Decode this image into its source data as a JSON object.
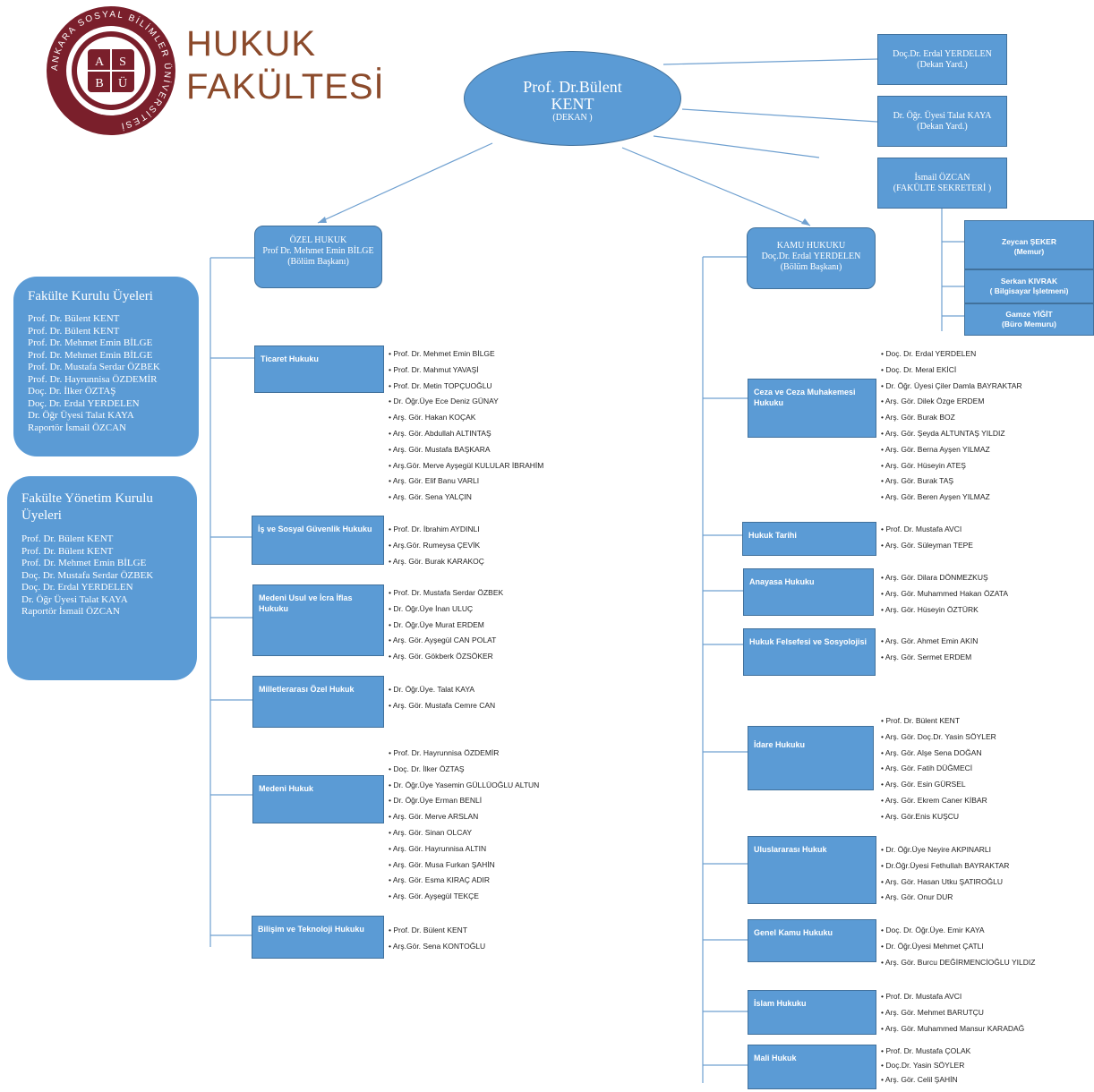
{
  "header": {
    "title_line1": "HUKUK",
    "title_line2": "FAKÜLTESİ",
    "seal_text": "ANKARA SOSYAL BİLİMLER ÜNİVERSİTESİ",
    "seal_letters": [
      "A",
      "S",
      "B",
      "Ü"
    ]
  },
  "dean": {
    "name_line1": "Prof. Dr.Bülent",
    "name_line2": "KENT",
    "role": "(DEKAN )"
  },
  "top_right": [
    {
      "name": "Doç.Dr. Erdal YERDELEN",
      "role": "(Dekan Yard.)"
    },
    {
      "name": "Dr. Öğr. Üyesi Talat KAYA",
      "role": "(Dekan Yard.)"
    },
    {
      "name": "İsmail ÖZCAN",
      "role": "(FAKÜLTE SEKRETERİ )"
    }
  ],
  "staff_boxes": [
    {
      "name": "Zeycan ŞEKER",
      "role": "(Memur)"
    },
    {
      "name": "Serkan KIVRAK",
      "role": "( Bilgisayar İşletmeni)"
    },
    {
      "name": "Gamze YİĞİT",
      "role": "(Büro Memuru)"
    }
  ],
  "private_law": {
    "line1": "ÖZEL HUKUK",
    "line2": "Prof Dr. Mehmet Emin BİLGE",
    "role": "(Bölüm Başkanı)"
  },
  "public_law": {
    "line1": "KAMU HUKUKU",
    "line2": "Doç.Dr. Erdal YERDELEN",
    "role": "(Bölüm Başkanı)"
  },
  "faculty_council": {
    "title": "Fakülte Kurulu Üyeleri",
    "members": [
      "Prof. Dr. Bülent KENT",
      "Prof. Dr. Bülent KENT",
      "Prof. Dr. Mehmet Emin BİLGE",
      "Prof. Dr. Mehmet Emin BİLGE",
      "Prof. Dr. Mustafa Serdar ÖZBEK",
      "Prof. Dr. Hayrunnisa ÖZDEMİR",
      "Doç. Dr. İlker ÖZTAŞ",
      "Doç. Dr. Erdal YERDELEN",
      "Dr. Öğr Üyesi Talat KAYA",
      "Raportör İsmail ÖZCAN"
    ]
  },
  "executive_board": {
    "title": "Fakülte Yönetim Kurulu Üyeleri",
    "members": [
      "Prof. Dr. Bülent KENT",
      "Prof. Dr. Bülent KENT",
      "Prof. Dr. Mehmet Emin BİLGE",
      "Doç. Dr. Mustafa Serdar ÖZBEK",
      "Doç. Dr. Erdal YERDELEN",
      "Dr. Öğr Üyesi Talat KAYA",
      "Raportör İsmail ÖZCAN"
    ]
  },
  "left_depts": [
    {
      "name": "Ticaret Hukuku",
      "staff": [
        "Prof. Dr. Mehmet Emin BİLGE",
        "Prof. Dr. Mahmut YAVAŞİ",
        "Prof. Dr. Metin TOPÇUOĞLU",
        "Dr. Öğr.Üye Ece Deniz GÜNAY",
        "Arş. Gör. Hakan KOÇAK",
        "Arş. Gör. Abdullah ALTINTAŞ",
        "Arş. Gör. Mustafa BAŞKARA",
        "Arş.Gör. Merve Ayşegül KULULAR İBRAHİM",
        "Arş. Gör. Elif Banu VARLI",
        "Arş. Gör. Sena YALÇIN"
      ]
    },
    {
      "name": "İş ve Sosyal Güvenlik Hukuku",
      "staff": [
        "Prof. Dr. İbrahim AYDINLI",
        "Arş.Gör. Rumeysa ÇEVİK",
        "Arş. Gör. Burak KARAKOÇ"
      ]
    },
    {
      "name": "Medeni Usul ve İcra İflas Hukuku",
      "staff": [
        "Prof. Dr. Mustafa Serdar ÖZBEK",
        "Dr. Öğr.Üye İnan ULUÇ",
        "Dr. Öğr.Üye Murat ERDEM",
        "Arş. Gör. Ayşegül CAN POLAT",
        "Arş. Gör. Gökberk ÖZSÖKER"
      ]
    },
    {
      "name": "Milletlerarası Özel Hukuk",
      "staff": [
        "Dr. Öğr.Üye. Talat KAYA",
        "Arş. Gör. Mustafa Cemre CAN"
      ]
    },
    {
      "name": "Medeni Hukuk",
      "staff": [
        "Prof. Dr. Hayrunnisa ÖZDEMİR",
        "Doç. Dr. İlker ÖZTAŞ",
        "Dr. Öğr.Üye Yasemin GÜLLÜOĞLU ALTUN",
        "Dr. Öğr.Üye Erman BENLİ",
        "Arş. Gör. Merve ARSLAN",
        "Arş. Gör. Sinan OLCAY",
        "Arş. Gör. Hayrunnisa ALTIN",
        "Arş. Gör. Musa Furkan ŞAHİN",
        "Arş. Gör. Esma KIRAÇ ADIR",
        "Arş. Gör. Ayşegül TEKÇE"
      ]
    },
    {
      "name": "Bilişim ve Teknoloji Hukuku",
      "staff": [
        "Prof. Dr. Bülent KENT",
        "Arş.Gör. Sena KONTOĞLU"
      ]
    }
  ],
  "right_depts": [
    {
      "name": "Ceza ve Ceza Muhakemesi Hukuku",
      "staff": [
        "Doç. Dr. Erdal YERDELEN",
        "Doç. Dr. Meral EKİCİ",
        "Dr. Öğr. Üyesi Çiler Damla BAYRAKTAR",
        "Arş. Gör. Dilek Özge ERDEM",
        "Arş. Gör. Burak BOZ",
        "Arş. Gör. Şeyda ALTUNTAŞ YILDIZ",
        "Arş. Gör. Berna Ayşen YILMAZ",
        "Arş. Gör. Hüseyin ATEŞ",
        "Arş. Gör. Burak TAŞ",
        "Arş. Gör. Beren Ayşen YILMAZ"
      ]
    },
    {
      "name": "Hukuk Tarihi",
      "staff": [
        "Prof. Dr. Mustafa AVCI",
        "Arş. Gör. Süleyman TEPE"
      ]
    },
    {
      "name": "Anayasa Hukuku",
      "staff": [
        "Arş. Gör. Dilara DÖNMEZKUŞ",
        "Arş. Gör. Muhammed Hakan ÖZATA",
        "Arş. Gör. Hüseyin ÖZTÜRK"
      ]
    },
    {
      "name": "Hukuk Felsefesi ve Sosyolojisi",
      "staff": [
        "Arş. Gör. Ahmet Emin AKIN",
        "Arş. Gör. Sermet ERDEM"
      ]
    },
    {
      "name": "İdare Hukuku",
      "staff": [
        "Prof. Dr. Bülent KENT",
        "Arş. Gör. Doç.Dr. Yasin SÖYLER",
        "Arş. Gör. Alşe Sena DOĞAN",
        "Arş. Gör. Fatih DÜĞMECİ",
        "Arş. Gör. Esin GÜRSEL",
        "Arş. Gör. Ekrem Caner KİBAR",
        "Arş. Gör.Enis KUŞCU"
      ]
    },
    {
      "name": "Uluslararası Hukuk",
      "staff": [
        "Dr. Öğr.Üye Neyire AKPINARLI",
        "Dr.Öğr.Üyesi Fethullah BAYRAKTAR",
        "Arş. Gör. Hasan Utku ŞATIROĞLU",
        "Arş. Gör. Onur DUR"
      ]
    },
    {
      "name": "Genel Kamu Hukuku",
      "staff": [
        "Doç. Dr. Öğr.Üye. Emir KAYA",
        "Dr. Öğr.Üyesi Mehmet ÇATLI",
        "Arş. Gör. Burcu DEĞİRMENCİOĞLU YILDIZ"
      ]
    },
    {
      "name": "İslam Hukuku",
      "staff": [
        "Prof. Dr. Mustafa AVCI",
        "Arş. Gör. Mehmet BARUTÇU",
        "Arş. Gör. Muhammed Mansur KARADAĞ"
      ]
    },
    {
      "name": "Mali Hukuk",
      "staff": [
        "Prof. Dr. Mustafa ÇOLAK",
        "Doç.Dr. Yasin SÖYLER",
        "Arş. Gör. Celil ŞAHİN"
      ]
    }
  ],
  "colors": {
    "box": "#5b9bd5",
    "border": "#41719c",
    "logo_text": "#8b4a2b",
    "seal": "#7a1f2b",
    "line": "#6fa0d0"
  }
}
